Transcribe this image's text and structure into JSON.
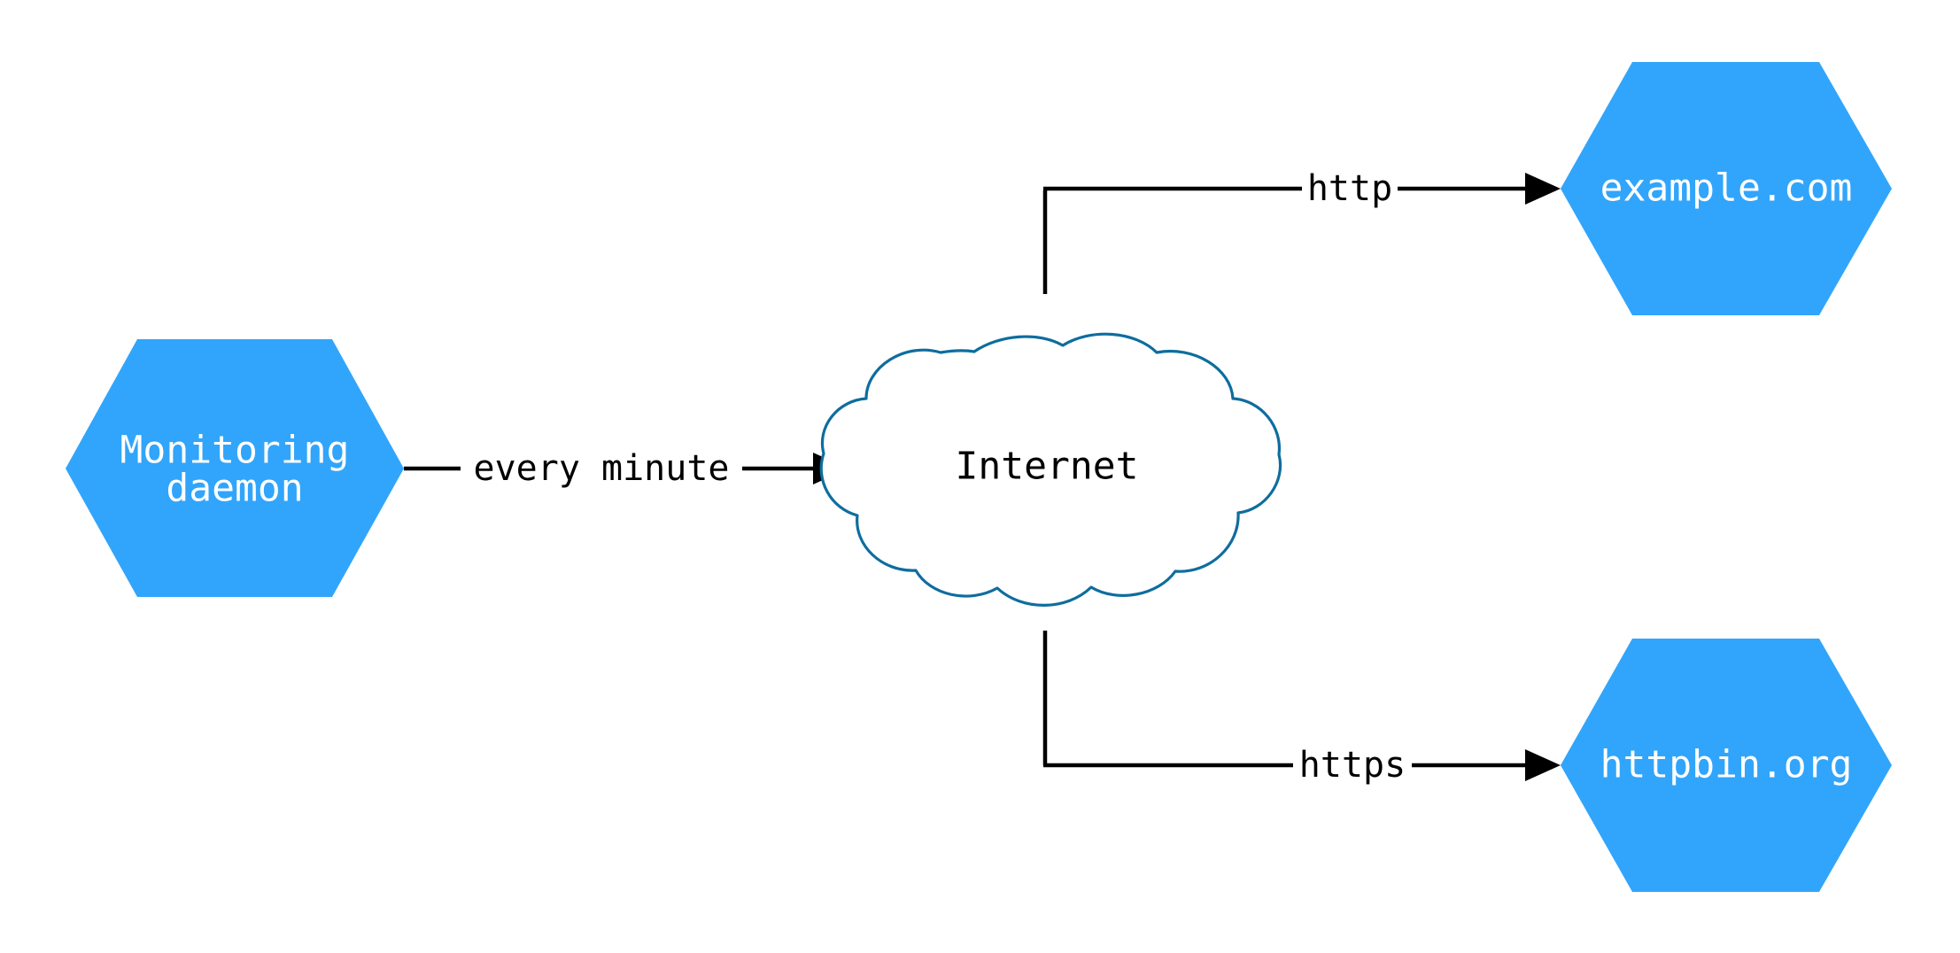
{
  "diagram": {
    "type": "network-flow-diagram",
    "background_color": "#ffffff",
    "node_fill_color": "#31a5fb",
    "node_text_color": "#ffffff",
    "cloud_stroke_color": "#0e6d9e",
    "cloud_fill_color": "#ffffff",
    "edge_color": "#000000",
    "nodes": {
      "source": {
        "shape": "hexagon",
        "line1": "Monitoring",
        "line2": "daemon"
      },
      "internet": {
        "shape": "cloud",
        "label": "Internet"
      },
      "target_http": {
        "shape": "hexagon",
        "label": "example.com"
      },
      "target_https": {
        "shape": "hexagon",
        "label": "httpbin.org"
      }
    },
    "edges": {
      "source_to_internet": {
        "label": "every minute",
        "from": "Monitoring daemon",
        "to": "Internet"
      },
      "internet_to_example": {
        "label": "http",
        "from": "Internet",
        "to": "example.com"
      },
      "internet_to_httpbin": {
        "label": "https",
        "from": "Internet",
        "to": "httpbin.org"
      }
    }
  }
}
